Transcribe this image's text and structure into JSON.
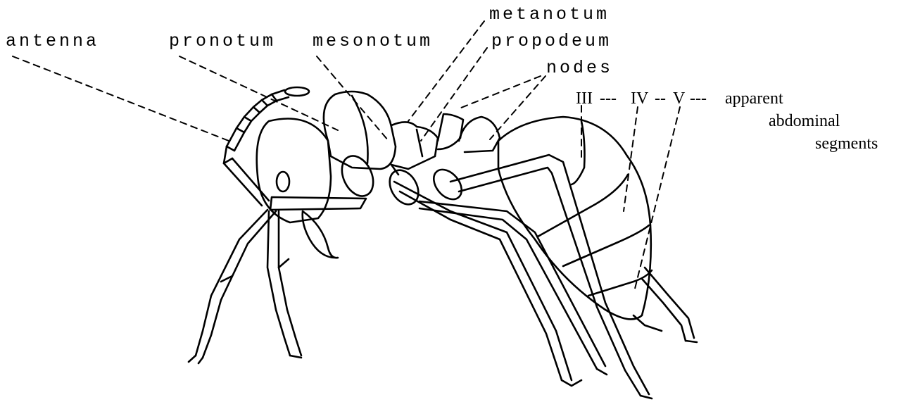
{
  "colors": {
    "ink": "#000000",
    "background": "#ffffff"
  },
  "figure": {
    "subject": "ant (lateral view)",
    "labels": {
      "antenna": "antenna",
      "pronotum": "pronotum",
      "mesonotum": "mesonotum",
      "metanotum": "metanotum",
      "propodeum": "propodeum",
      "nodes": "nodes",
      "seg_iii": "III",
      "seg_iv": "IV",
      "seg_v": "V",
      "dashes_1": "---",
      "dashes_2": "--",
      "dashes_3": "---",
      "apparent": "apparent",
      "abdominal": "abdominal",
      "segments": "segments"
    }
  }
}
